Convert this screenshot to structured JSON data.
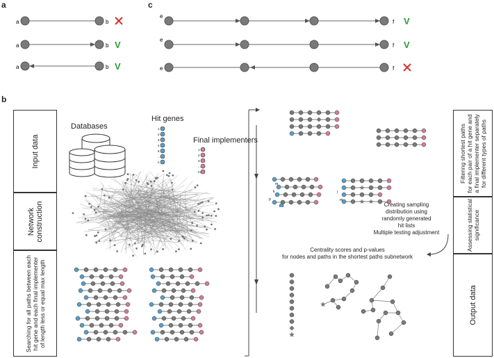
{
  "panels": {
    "a": "a",
    "b": "b",
    "c": "c"
  },
  "panel_a": {
    "node_left": "a",
    "node_right": "b"
  },
  "panel_c": {
    "node_left": "e",
    "node_right": "f"
  },
  "marks": {
    "check": "V"
  },
  "boxes_left": {
    "input": "Input data",
    "network_line1": "Network",
    "network_line2": "construction",
    "search_line1": "Searching for all paths between each",
    "search_line2": "hit gene and each final implementer",
    "search_line3": "of length less or equal max length"
  },
  "boxes_right": {
    "filter_line1": "Filtering shortest paths",
    "filter_line2": "for each pair of a hit gene and",
    "filter_line3": "a final implementer separately",
    "filter_line4": "for different types of paths",
    "assess_line1": "Assessing statistical",
    "assess_line2": "significance",
    "output": "Output data"
  },
  "labels": {
    "databases": "Databases",
    "hit_genes": "Hit genes",
    "final_implementers": "Final implementers",
    "hit_list_items": [
      "1",
      "2",
      "3",
      "4",
      "5",
      "...",
      "n"
    ],
    "impl_list_items": [
      "1",
      "2",
      "3",
      "...",
      "m"
    ],
    "path_letters": [
      "l",
      "m",
      "k",
      "p"
    ],
    "sampling_line1": "Creating sampling",
    "sampling_line2": "distribution using",
    "sampling_line3": "randomly generated",
    "sampling_line4": "hit lists",
    "multiple_testing": "Multiple testing adjustment",
    "centrality_line1": "Centrality scores and p-values",
    "centrality_line2": "for nodes and paths in the shortest paths subnetwork"
  },
  "colors": {
    "node_gray": "#7a7a7a",
    "node_blue": "#5a9fc6",
    "node_pink": "#cf7e9e",
    "cross_red": "#d43030",
    "check_green": "#2a9a3a"
  }
}
